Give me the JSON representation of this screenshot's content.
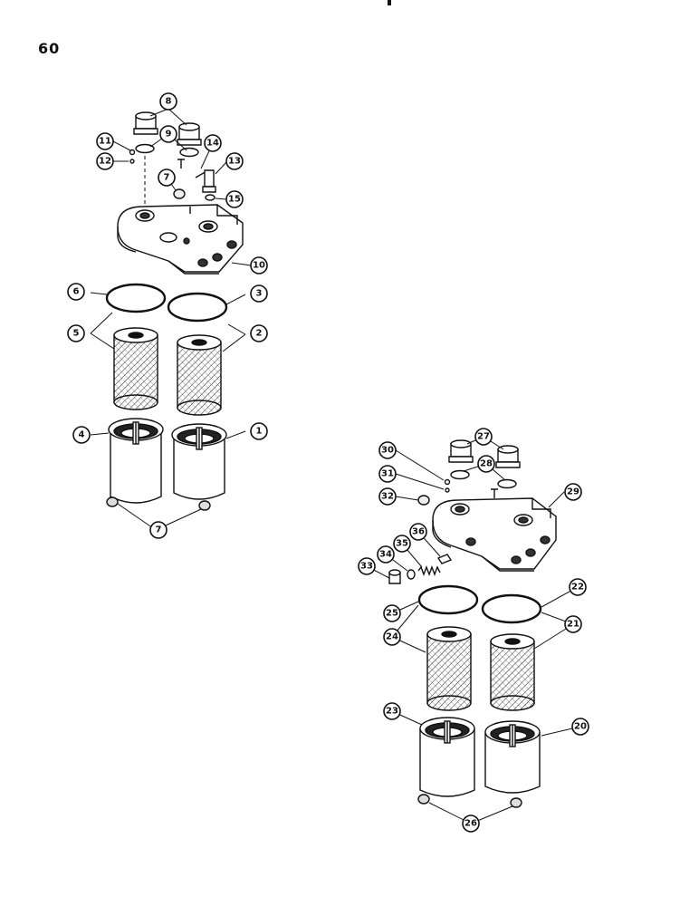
{
  "page": {
    "number": "60"
  },
  "callouts": {
    "c1": "1",
    "c2": "2",
    "c3": "3",
    "c4": "4",
    "c5": "5",
    "c6": "6",
    "c7a": "7",
    "c7b": "7",
    "c8": "8",
    "c9": "9",
    "c10": "10",
    "c11": "11",
    "c12": "12",
    "c13": "13",
    "c14": "14",
    "c15": "15",
    "c20": "20",
    "c21": "21",
    "c22": "22",
    "c23": "23",
    "c24": "24",
    "c25": "25",
    "c26": "26",
    "c27": "27",
    "c28": "28",
    "c29": "29",
    "c30": "30",
    "c31": "31",
    "c32": "32",
    "c33": "33",
    "c34": "34",
    "c35": "35",
    "c36": "36"
  }
}
